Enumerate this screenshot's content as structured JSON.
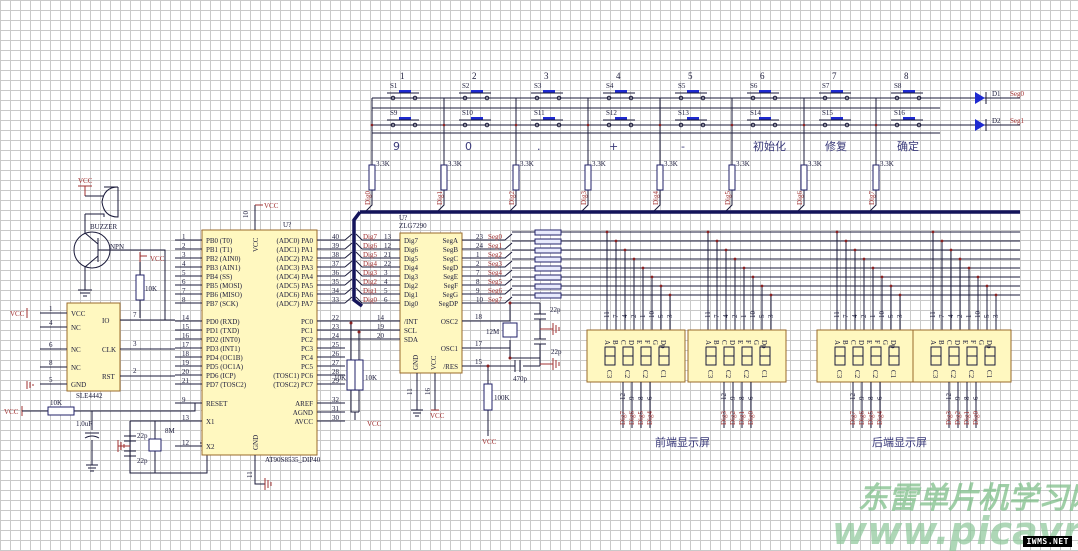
{
  "keypad": {
    "columns": [
      {
        "number": "1",
        "top": "S1",
        "bottom": "S9",
        "label": "9",
        "dig": "Dig0",
        "res": "3.3K"
      },
      {
        "number": "2",
        "top": "S2",
        "bottom": "S10",
        "label": "0",
        "dig": "Dig1",
        "res": "3.3K"
      },
      {
        "number": "3",
        "top": "S3",
        "bottom": "S11",
        "label": ".",
        "dig": "Dig2",
        "res": "3.3K"
      },
      {
        "number": "4",
        "top": "S4",
        "bottom": "S12",
        "label": "+",
        "dig": "Dig3",
        "res": "3.3K"
      },
      {
        "number": "5",
        "top": "S5",
        "bottom": "S13",
        "label": "-",
        "dig": "Dig4",
        "res": "3.3K"
      },
      {
        "number": "6",
        "top": "S6",
        "bottom": "S14",
        "label": "初始化",
        "dig": "Dig5",
        "res": "3.3K"
      },
      {
        "number": "7",
        "top": "S7",
        "bottom": "S15",
        "label": "修复",
        "dig": "Dig6",
        "res": "3.3K"
      },
      {
        "number": "8",
        "top": "S8",
        "bottom": "S16",
        "label": "确定",
        "dig": "Dig7",
        "res": "3.3K"
      }
    ],
    "diodes": [
      {
        "name": "D1",
        "net": "Seg0"
      },
      {
        "name": "D2",
        "net": "Seg1"
      }
    ]
  },
  "buzzer": {
    "vcc": "VCC",
    "label": "BUZZER",
    "transistor": "NPN",
    "res": "10K",
    "res_vcc": "VCC"
  },
  "sle4442": {
    "name": "SLE4442",
    "left_pins": [
      {
        "num": "1",
        "name": "VCC",
        "net": "VCC"
      },
      {
        "num": "4",
        "name": "NC"
      },
      {
        "num": "6",
        "name": "NC"
      },
      {
        "num": "8",
        "name": "NC"
      },
      {
        "num": "5",
        "name": "GND"
      }
    ],
    "right_pins": [
      {
        "num": "7",
        "name": "IO"
      },
      {
        "num": "3",
        "name": "CLK"
      },
      {
        "num": "2",
        "name": "RST"
      }
    ]
  },
  "reset_circuit": {
    "vcc": "VCC",
    "res": "10K",
    "cap": "1.0uF"
  },
  "crystal": {
    "cap1": "22p",
    "cap2": "22p",
    "xtal": "8M"
  },
  "mcu": {
    "ref": "U?",
    "part": "AT90S8535_DIP40",
    "vcc_label": "VCC",
    "vcc_pin": "10",
    "vcc_net": "VCC",
    "gnd_label": "GND",
    "gnd_pin": "11",
    "left": [
      {
        "num": "1",
        "name": "PB0 (T0)"
      },
      {
        "num": "2",
        "name": "PB1 (T1)"
      },
      {
        "num": "3",
        "name": "PB2 (AIN0)"
      },
      {
        "num": "4",
        "name": "PB3 (AIN1)"
      },
      {
        "num": "5",
        "name": "PB4 (SS)"
      },
      {
        "num": "6",
        "name": "PB5 (MOSI)"
      },
      {
        "num": "7",
        "name": "PB6 (MISO)"
      },
      {
        "num": "8",
        "name": "PB7 (SCK)"
      },
      {
        "num": "14",
        "name": "PD0 (RXD)"
      },
      {
        "num": "15",
        "name": "PD1 (TXD)"
      },
      {
        "num": "16",
        "name": "PD2 (INT0)"
      },
      {
        "num": "17",
        "name": "PD3 (INT1)"
      },
      {
        "num": "18",
        "name": "PD4 (OC1B)"
      },
      {
        "num": "19",
        "name": "PD5 (OC1A)"
      },
      {
        "num": "20",
        "name": "PD6 (ICP)"
      },
      {
        "num": "21",
        "name": "PD7 (TOSC2)"
      },
      {
        "num": "9",
        "name": "RESET"
      },
      {
        "num": "13",
        "name": "X1"
      },
      {
        "num": "12",
        "name": "X2"
      }
    ],
    "right": [
      {
        "num": "40",
        "name": "(ADC0) PA0"
      },
      {
        "num": "39",
        "name": "(ADC1) PA1"
      },
      {
        "num": "38",
        "name": "(ADC2) PA2"
      },
      {
        "num": "37",
        "name": "(ADC3) PA3"
      },
      {
        "num": "36",
        "name": "(ADC4) PA4"
      },
      {
        "num": "35",
        "name": "(ADC5) PA5"
      },
      {
        "num": "34",
        "name": "(ADC6) PA6"
      },
      {
        "num": "33",
        "name": "(ADC7) PA7"
      },
      {
        "num": "22",
        "name": "PC0"
      },
      {
        "num": "23",
        "name": "PC1"
      },
      {
        "num": "24",
        "name": "PC2"
      },
      {
        "num": "25",
        "name": "PC3"
      },
      {
        "num": "26",
        "name": "PC4"
      },
      {
        "num": "27",
        "name": "PC5"
      },
      {
        "num": "28",
        "name": "(TOSC1) PC6"
      },
      {
        "num": "29",
        "name": "(TOSC2) PC7"
      },
      {
        "num": "32",
        "name": "AREF"
      },
      {
        "num": "31",
        "name": "AGND"
      },
      {
        "num": "30",
        "name": "AVCC"
      }
    ],
    "pullups": [
      {
        "value": "10K"
      },
      {
        "value": "10K"
      }
    ],
    "pullup_vcc": "VCC"
  },
  "zlg7290": {
    "ref": "U?",
    "part": "ZLG7290",
    "dig_nets": [
      "Dig7",
      "Dig6",
      "Dig5",
      "Dig4",
      "Dig3",
      "Dig2",
      "Dig1",
      "Dig0"
    ],
    "dig_pins": [
      "13",
      "12",
      "21",
      "22",
      "3",
      "4",
      "5",
      "6"
    ],
    "left_pins": [
      "Dig7",
      "Dig6",
      "Dig5",
      "Dig4",
      "Dig3",
      "Dig2",
      "Dig1",
      "Dig0"
    ],
    "right_pins": [
      "SegA",
      "SegB",
      "SegC",
      "SegD",
      "SegE",
      "SegF",
      "SegG",
      "SegDP"
    ],
    "seg_pins": [
      "23",
      "24",
      "1",
      "2",
      "7",
      "8",
      "9",
      "10"
    ],
    "seg_nets": [
      "Seg0",
      "Seg1",
      "Seg2",
      "Seg3",
      "Seg4",
      "Seg5",
      "Seg6",
      "Seg7"
    ],
    "ctrl_left": [
      {
        "num": "14",
        "name": "/INT"
      },
      {
        "num": "19",
        "name": "SCL"
      },
      {
        "num": "20",
        "name": "SDA"
      }
    ],
    "ctrl_right": [
      {
        "num": "18",
        "name": "OSC2"
      },
      {
        "num": "17",
        "name": "OSC1"
      },
      {
        "num": "15",
        "name": "/RES"
      }
    ],
    "gnd": {
      "label": "GND",
      "pin": "11"
    },
    "vcc": {
      "label": "VCC",
      "pin": "16",
      "net": "VCC"
    },
    "xtal": "12M",
    "cap1": "22p",
    "cap2": "22p",
    "cap_res": "470p",
    "res": "100K",
    "res_vcc": "VCC"
  },
  "displays": {
    "pin_top": [
      "11",
      "7",
      "4",
      "2",
      "1",
      "10",
      "5",
      "3"
    ],
    "seg_labels": [
      "A",
      "B",
      "C",
      "D",
      "E",
      "F",
      "G",
      "Dp"
    ],
    "com_labels": [
      "C3",
      "C2",
      "C2",
      "C1"
    ],
    "com_pins": [
      "12",
      "9",
      "8",
      "6"
    ],
    "front": {
      "title": "前端显示屏",
      "left_digs": [
        "Dig7",
        "Dig6",
        "Dig5",
        "Dig4"
      ],
      "right_digs": [
        "Dig3",
        "Dig2",
        "Dig1",
        "Dig0"
      ]
    },
    "rear": {
      "title": "后端显示屏",
      "left_digs": [
        "Dig7",
        "Dig6",
        "Dig5",
        "Dig4"
      ],
      "right_digs": [
        "Dig3",
        "Dig2",
        "Dig1",
        "Dig0"
      ]
    }
  },
  "watermark": {
    "line1": "东雷单片机学习网",
    "line2": "www.picavr.com",
    "badge": "IWMS.NET"
  }
}
